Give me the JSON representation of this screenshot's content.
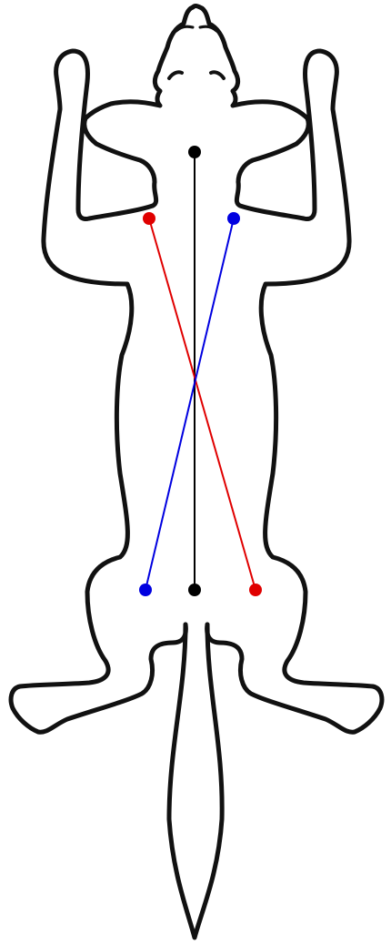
{
  "diagram": {
    "colors": {
      "background": "#ffffff",
      "outline": "#111111",
      "midline": "#000000",
      "diagonal_a": "#e00000",
      "diagonal_b": "#0000e0"
    },
    "points": {
      "neck_midpoint": {
        "color": "#000000"
      },
      "left_shoulder": {
        "color": "#e00000"
      },
      "right_shoulder": {
        "color": "#0000e0"
      },
      "left_hip": {
        "color": "#0000e0"
      },
      "tail_base_midpoint": {
        "color": "#000000"
      },
      "right_hip": {
        "color": "#e00000"
      }
    },
    "lines": {
      "midline": {
        "from": "neck_midpoint",
        "to": "tail_base_midpoint",
        "color": "#000000"
      },
      "diagonal_a": {
        "from": "left_shoulder",
        "to": "right_hip",
        "color": "#e00000"
      },
      "diagonal_b": {
        "from": "right_shoulder",
        "to": "left_hip",
        "color": "#0000e0"
      }
    }
  }
}
